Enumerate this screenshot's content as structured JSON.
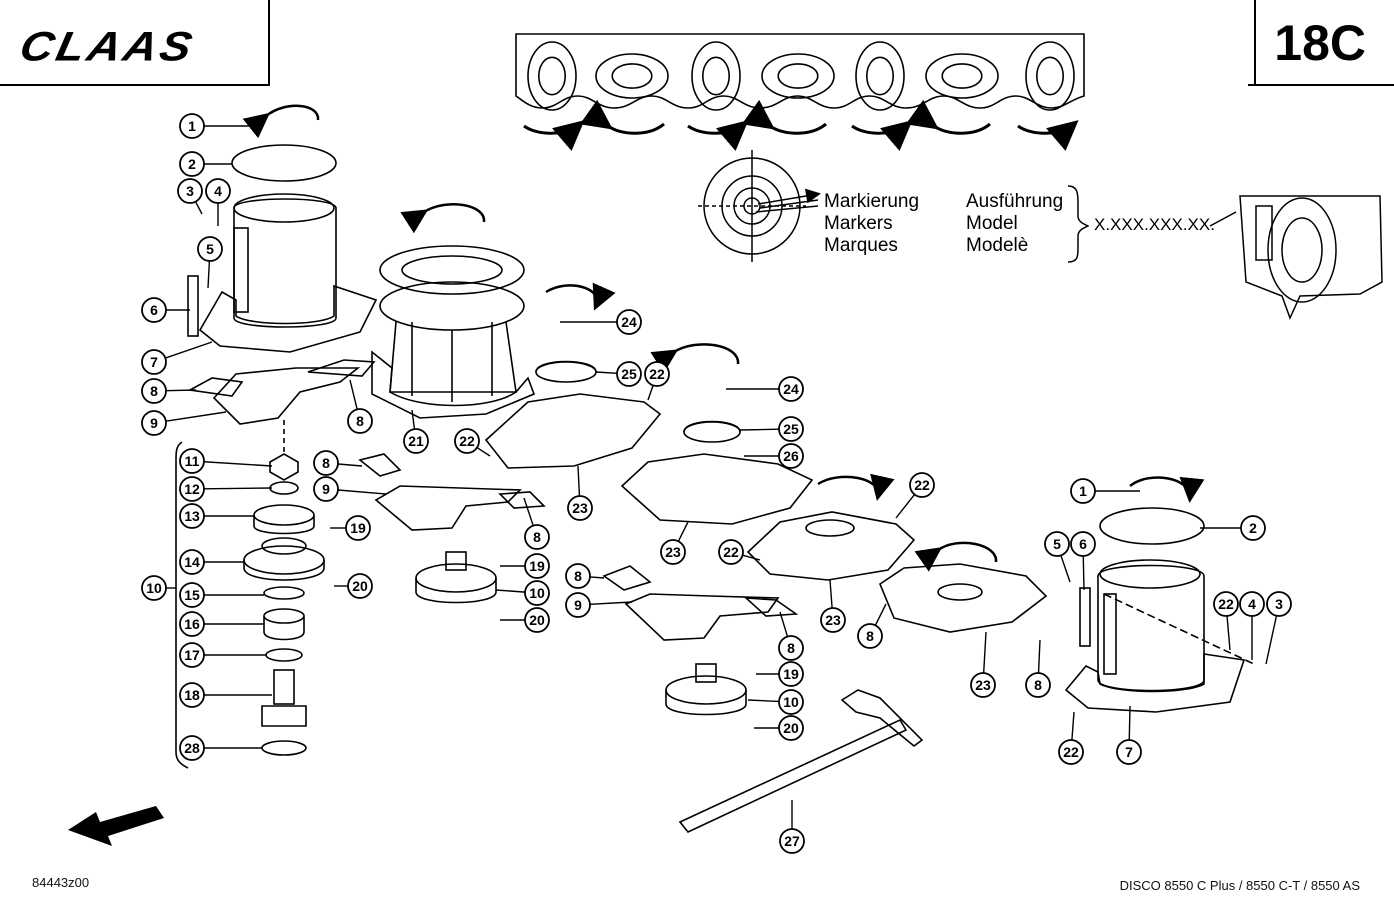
{
  "header": {
    "brand": "CLAAS",
    "sheet_number": "18C"
  },
  "legend": {
    "markers_labels": [
      "Markierung",
      "Markers",
      "Marques"
    ],
    "model_labels": [
      "Ausführung",
      "Model",
      "Modelè"
    ],
    "serial_pattern": "X.XXX.XXX.XX."
  },
  "footer": {
    "drawing_number": "84443z00",
    "model_line": "DISCO 8550 C Plus / 8550 C-T / 8550 AS"
  },
  "callouts": [
    {
      "id": "c1a",
      "n": "1"
    },
    {
      "id": "c2a",
      "n": "2"
    },
    {
      "id": "c3a",
      "n": "3"
    },
    {
      "id": "c4a",
      "n": "4"
    },
    {
      "id": "c5a",
      "n": "5"
    },
    {
      "id": "c6a",
      "n": "6"
    },
    {
      "id": "c7a",
      "n": "7"
    },
    {
      "id": "c8a",
      "n": "8"
    },
    {
      "id": "c9a",
      "n": "9"
    },
    {
      "id": "c8b",
      "n": "8"
    },
    {
      "id": "c21",
      "n": "21"
    },
    {
      "id": "c11",
      "n": "11"
    },
    {
      "id": "c12",
      "n": "12"
    },
    {
      "id": "c13",
      "n": "13"
    },
    {
      "id": "c19a",
      "n": "19"
    },
    {
      "id": "c14",
      "n": "14"
    },
    {
      "id": "c20a",
      "n": "20"
    },
    {
      "id": "c10a",
      "n": "10"
    },
    {
      "id": "c15",
      "n": "15"
    },
    {
      "id": "c16",
      "n": "16"
    },
    {
      "id": "c17",
      "n": "17"
    },
    {
      "id": "c18",
      "n": "18"
    },
    {
      "id": "c28",
      "n": "28"
    },
    {
      "id": "c8c",
      "n": "8"
    },
    {
      "id": "c9b",
      "n": "9"
    },
    {
      "id": "c8d",
      "n": "8"
    },
    {
      "id": "c19b",
      "n": "19"
    },
    {
      "id": "c10b",
      "n": "10"
    },
    {
      "id": "c20b",
      "n": "20"
    },
    {
      "id": "c24a",
      "n": "24"
    },
    {
      "id": "c25a",
      "n": "25"
    },
    {
      "id": "c22a",
      "n": "22"
    },
    {
      "id": "c22b",
      "n": "22"
    },
    {
      "id": "c23a",
      "n": "23"
    },
    {
      "id": "c24b",
      "n": "24"
    },
    {
      "id": "c25b",
      "n": "25"
    },
    {
      "id": "c26",
      "n": "26"
    },
    {
      "id": "c23b",
      "n": "23"
    },
    {
      "id": "c22c",
      "n": "22"
    },
    {
      "id": "c8e",
      "n": "8"
    },
    {
      "id": "c9c",
      "n": "9"
    },
    {
      "id": "c8f",
      "n": "8"
    },
    {
      "id": "c19c",
      "n": "19"
    },
    {
      "id": "c10c",
      "n": "10"
    },
    {
      "id": "c20c",
      "n": "20"
    },
    {
      "id": "c22d",
      "n": "22"
    },
    {
      "id": "c23c",
      "n": "23"
    },
    {
      "id": "c8g",
      "n": "8"
    },
    {
      "id": "c23d",
      "n": "23"
    },
    {
      "id": "c8h",
      "n": "8"
    },
    {
      "id": "c27",
      "n": "27"
    },
    {
      "id": "c1b",
      "n": "1"
    },
    {
      "id": "c2b",
      "n": "2"
    },
    {
      "id": "c5b",
      "n": "5"
    },
    {
      "id": "c6b",
      "n": "6"
    },
    {
      "id": "c22e",
      "n": "22"
    },
    {
      "id": "c4b",
      "n": "4"
    },
    {
      "id": "c3b",
      "n": "3"
    },
    {
      "id": "c22f",
      "n": "22"
    },
    {
      "id": "c7b",
      "n": "7"
    }
  ]
}
